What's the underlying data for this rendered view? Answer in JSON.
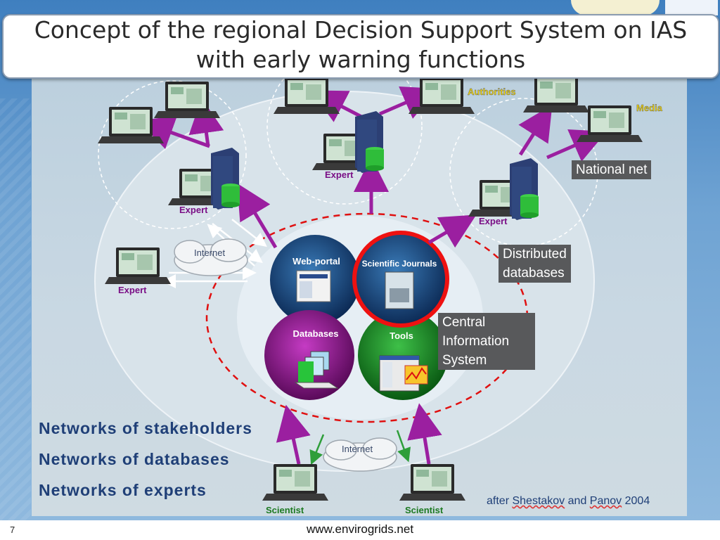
{
  "title": {
    "line1": "Concept of the regional Decision Support System on IAS",
    "line2": "with early warning functions"
  },
  "labels": {
    "authorities": "Authorities",
    "media": "Media",
    "national_net": "National net",
    "distributed_line1": "Distributed",
    "distributed_line2": "databases",
    "cis_line1": "Central",
    "cis_line2": "Information",
    "cis_line3": "System",
    "internet": "Internet",
    "expert": "Expert",
    "scientist": "Scientist"
  },
  "circles": {
    "web_portal": "Web-portal",
    "journals": "Scientific Journals",
    "databases": "Databases",
    "tools": "Tools"
  },
  "networks": [
    "Networks of stakeholders",
    "Networks of databases",
    "Networks of experts"
  ],
  "credit": {
    "prefix": "after",
    "author1": "Shestakov",
    "and": "and",
    "author2": "Panov",
    "year": "2004"
  },
  "footer": {
    "page": "7",
    "website": "www.envirogrids.net"
  },
  "colors": {
    "arrow": "#9b1fa0",
    "green_arrow": "#2e9e3a",
    "red_ring": "#e01010",
    "label_bg": "#58595b",
    "networks_text": "#1f3f77"
  }
}
